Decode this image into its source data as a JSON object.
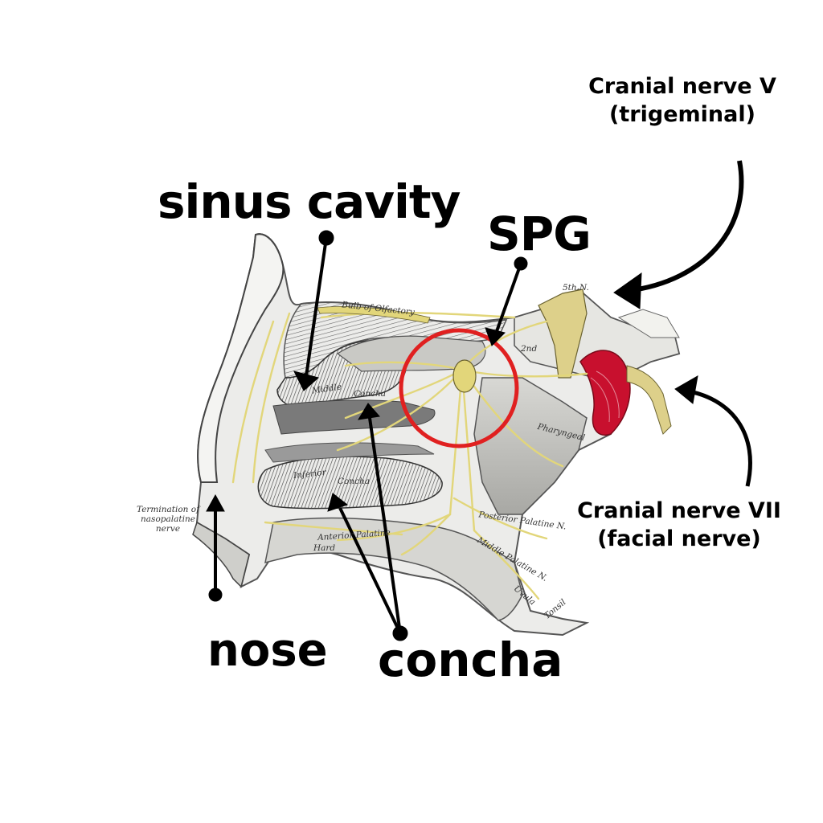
{
  "labels": {
    "sinus_cavity": "sinus cavity",
    "spg": "SPG",
    "nose": "nose",
    "concha": "concha",
    "cn5_line1": "Cranial nerve V",
    "cn5_line2": "(trigeminal)",
    "cn7_line1": "Cranial nerve VII",
    "cn7_line2": "(facial nerve)"
  },
  "illustration_labels": {
    "termination_line1": "Termination of",
    "termination_line2": "nasopalatine",
    "termination_line3": "nerve",
    "middle": "Middle",
    "concha": "Concha",
    "inferior": "Inferior",
    "concha2": "Concha",
    "hard": "Hard",
    "anterior_palatine": "Anterior Palatine",
    "posterior_palatine": "Posterior Palatine N.",
    "middle_palatine": "Middle Palatine N.",
    "pharyngeal": "Pharyngeal",
    "gland": "Tonsil",
    "uvula": "Uvula",
    "v5": "5th N.",
    "v2": "2nd",
    "olfactory": "Bulb of Olfactory"
  },
  "colors": {
    "background": "#ffffff",
    "text": "#000000",
    "highlight_circle": "#e02020",
    "nerve": "#e6dc8c",
    "ganglion_red": "#c8102e",
    "bone_shade": "#8a8a8a"
  }
}
